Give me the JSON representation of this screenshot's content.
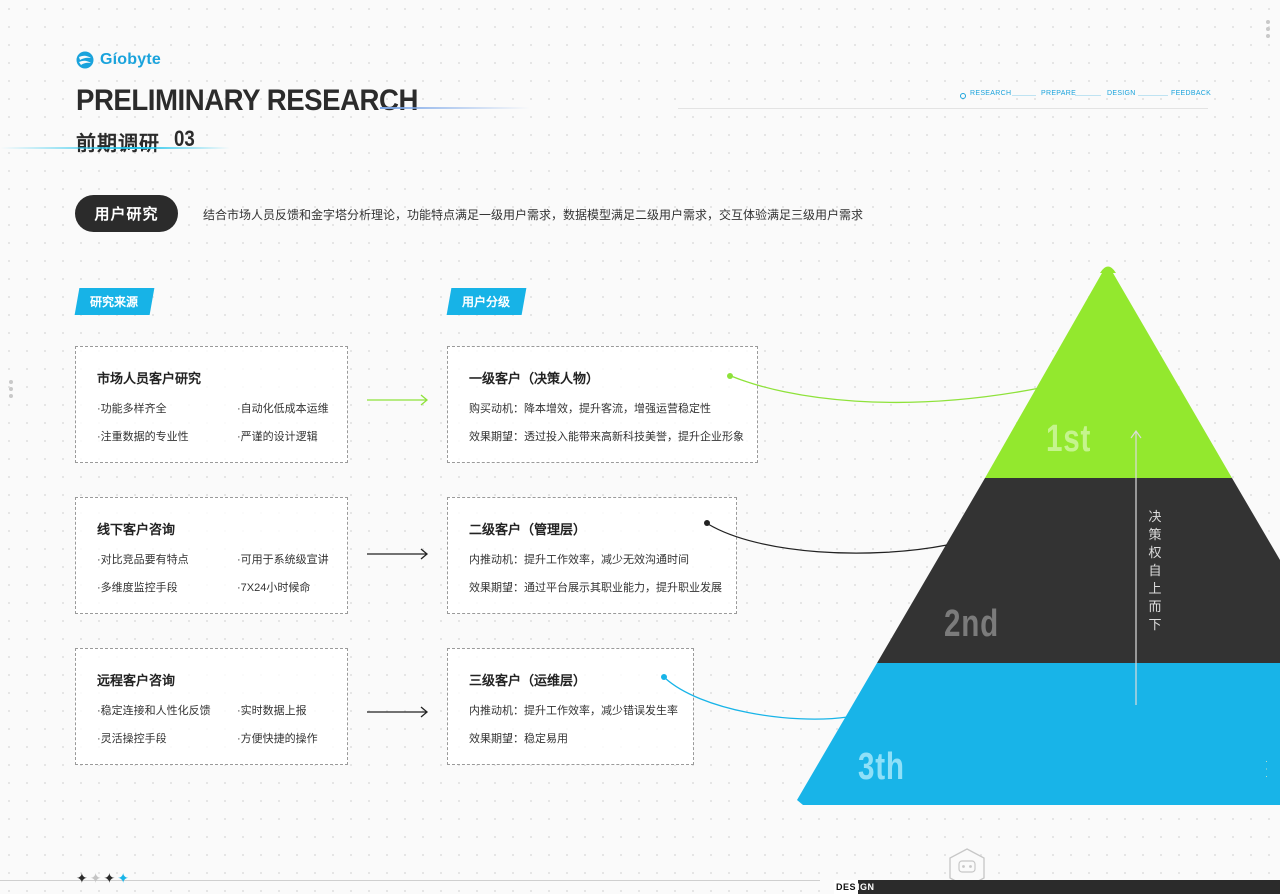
{
  "brand": {
    "name": "Gíobyte",
    "color": "#1aa3dc"
  },
  "header": {
    "title_en": "PRELIMINARY RESEARCH",
    "title_cn": "前期调研",
    "title_num": "03",
    "nav": [
      "RESEARCH",
      "PREPARE",
      "DESIGN",
      "FEEDBACK"
    ]
  },
  "intro": {
    "badge": "用户研究",
    "text": "结合市场人员反馈和金字塔分析理论，功能特点满足一级用户需求，数据模型满足二级用户需求，交互体验满足三级用户需求"
  },
  "sources": {
    "tag": "研究来源",
    "items": [
      {
        "title": "市场人员客户研究",
        "points": [
          "·功能多样齐全",
          "·自动化低成本运维",
          "·注重数据的专业性",
          "·严谨的设计逻辑"
        ]
      },
      {
        "title": "线下客户咨询",
        "points": [
          "·对比竞品要有特点",
          "·可用于系统级宣讲",
          "·多维度监控手段",
          "·7X24小时候命"
        ]
      },
      {
        "title": "远程客户咨询",
        "points": [
          "·稳定连接和人性化反馈",
          "·实时数据上报",
          "·灵活操控手段",
          "·方便快捷的操作"
        ]
      }
    ]
  },
  "segments": {
    "tag": "用户分级",
    "items": [
      {
        "title": "一级客户（决策人物）",
        "lines": [
          "购买动机：降本增效，提升客流，增强运营稳定性",
          "效果期望：透过投入能带来高新科技美誉，提升企业形象"
        ],
        "color": "#8ee23a"
      },
      {
        "title": "二级客户（管理层）",
        "lines": [
          "内推动机：提升工作效率，减少无效沟通时间",
          "效果期望：通过平台展示其职业能力，提升职业发展"
        ],
        "color": "#2b2b2b"
      },
      {
        "title": "三级客户（运维层）",
        "lines": [
          "内推动机：提升工作效率，减少错误发生率",
          "效果期望：稳定易用"
        ],
        "color": "#17b3e7"
      }
    ]
  },
  "pyramid": {
    "tiers": [
      {
        "label": "1st",
        "color": "#93e82e"
      },
      {
        "label": "2nd",
        "color": "#333333"
      },
      {
        "label": "3th",
        "color": "#18b4e8"
      }
    ],
    "axis_text": "决策权自上而下"
  },
  "footer": {
    "design_a": "DES",
    "design_b": "IGN"
  }
}
